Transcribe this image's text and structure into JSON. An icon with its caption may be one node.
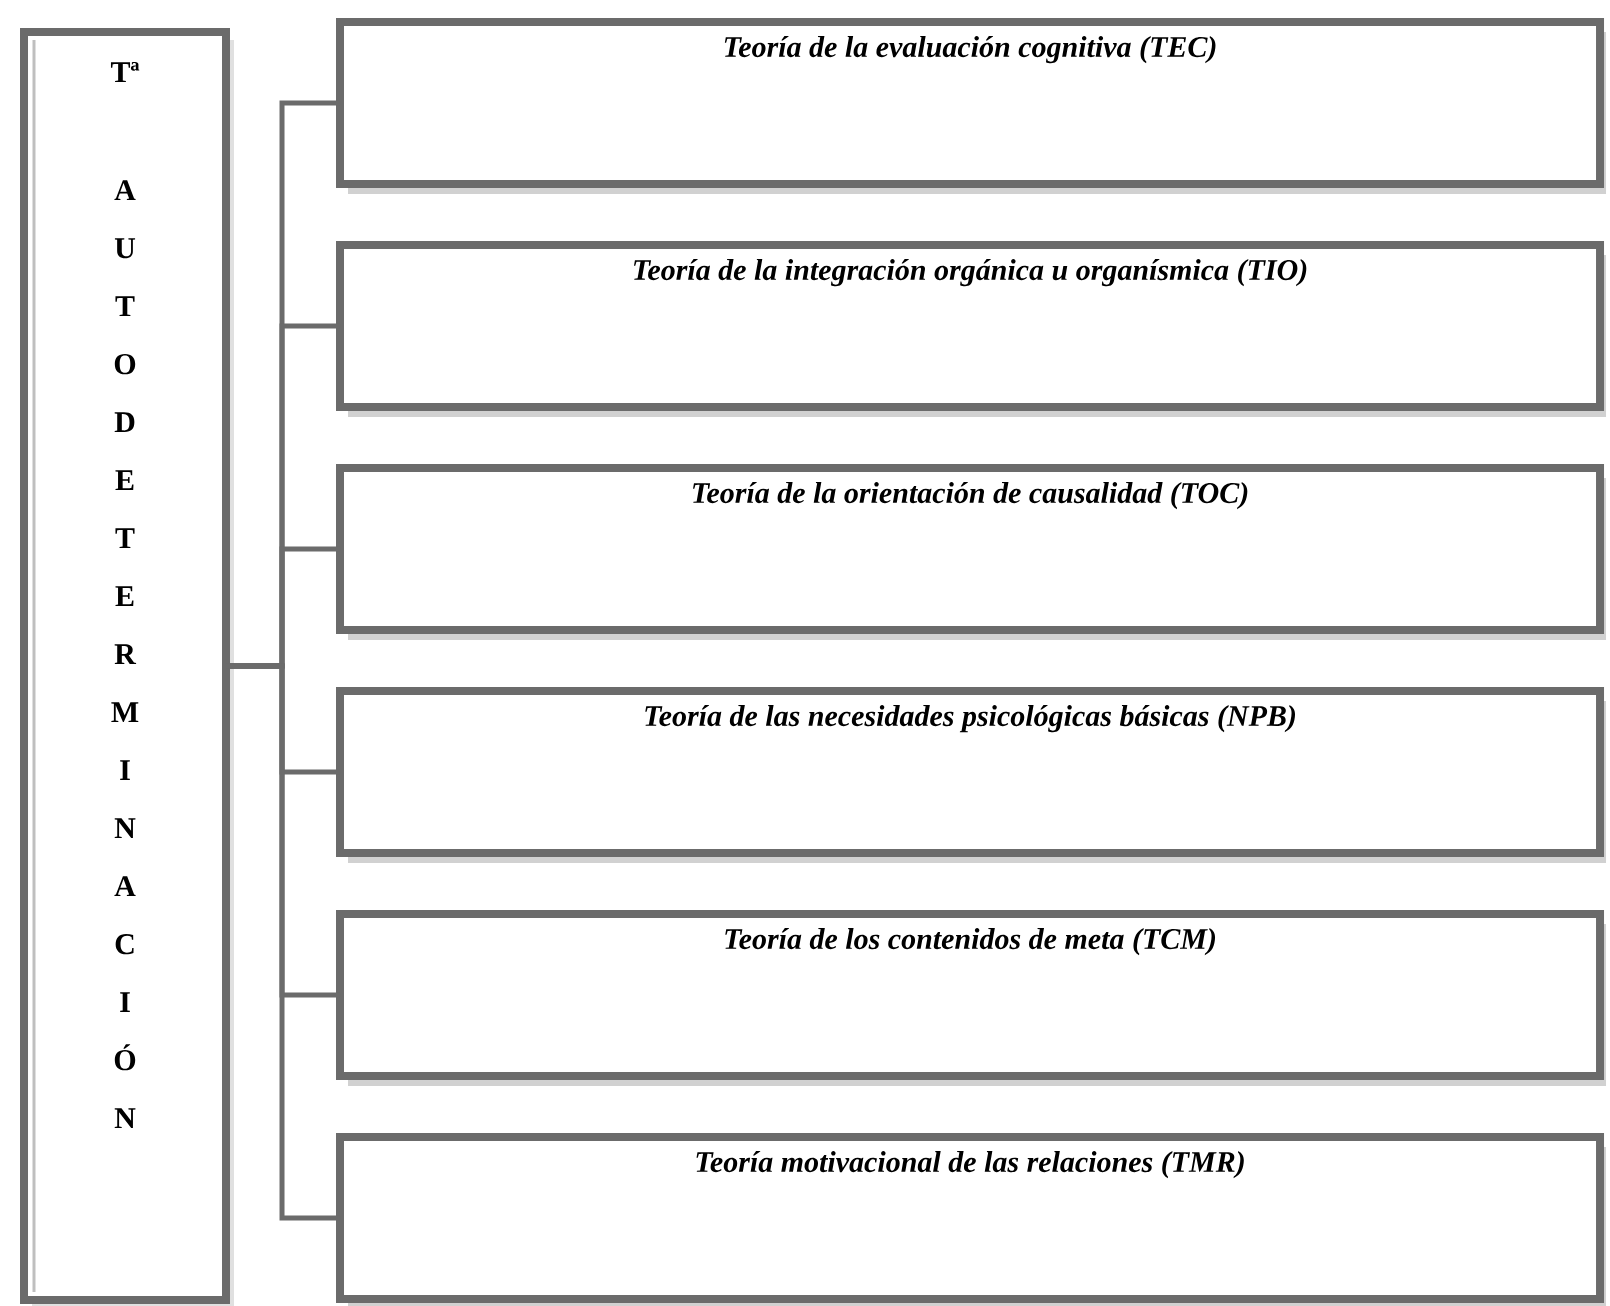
{
  "diagram": {
    "nodes": [
      {
        "text": [
          "Tª",
          "A U T O D E T E R M I N A C I Ó N"
        ]
      },
      {
        "text": [
          "Teoría de la evaluación cognitiva (TEC)"
        ]
      },
      {
        "text": [
          "Teoría de la integración orgánica u organísmica (TIO)"
        ]
      },
      {
        "text": [
          "Teoría de la orientación de causalidad (TOC)"
        ]
      },
      {
        "text": [
          "Teoría de las necesidades psicológicas básicas (NPB)"
        ]
      },
      {
        "text": [
          "Teoría de los contenidos de meta (TCM)"
        ]
      },
      {
        "text": [
          "Teoría motivacional de las relaciones (TMR)"
        ]
      }
    ],
    "edges": [
      {
        "from": 0,
        "to": 1,
        "arrow": "none"
      },
      {
        "from": 0,
        "to": 2,
        "arrow": "none"
      },
      {
        "from": 0,
        "to": 3,
        "arrow": "none"
      },
      {
        "from": 0,
        "to": 4,
        "arrow": "none"
      },
      {
        "from": 0,
        "to": 5,
        "arrow": "none"
      },
      {
        "from": 0,
        "to": 6,
        "arrow": "none"
      }
    ]
  }
}
